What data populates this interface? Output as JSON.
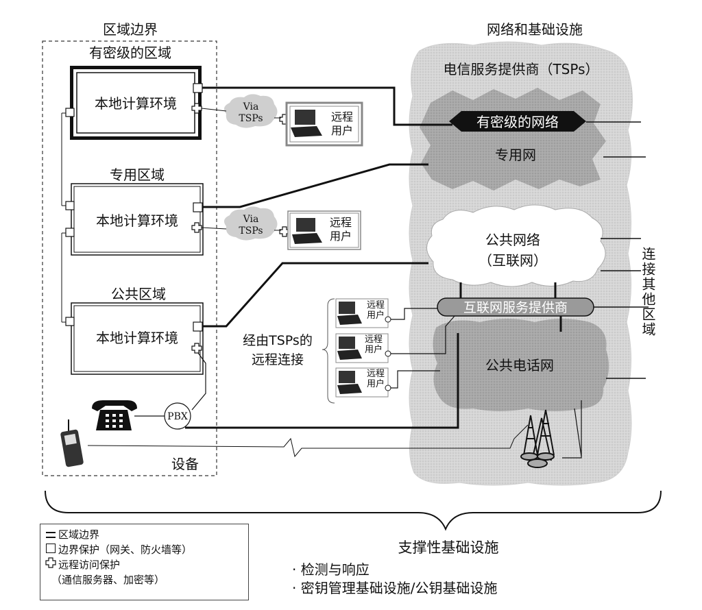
{
  "boundary_title": "区域边界",
  "infra_title": "网络和基础设施",
  "zones": {
    "classified": "有密级的区域",
    "private": "专用区域",
    "public": "公共区域"
  },
  "local_env": "本地计算环境",
  "via_tsps": [
    "Via",
    "TSPs"
  ],
  "remote_user": [
    "远程",
    "用户"
  ],
  "tsp_title": "电信服务提供商（TSPs）",
  "classified_network": "有密级的网络",
  "private_network": "专用网",
  "public_network": [
    "公共网络",
    "（互联网）"
  ],
  "isp": "互联网服务提供商",
  "pstn": "公共电话网",
  "connect_other": "连接其他区域",
  "remote_conn": [
    "经由TSPs的",
    "远程连接"
  ],
  "pbx": "PBX",
  "equipment": "设备",
  "support_title": "支撑性基础设施",
  "support_items": [
    "· 检测与响应",
    "· 密钥管理基础设施/公钥基础设施"
  ],
  "legend": {
    "boundary": "区域边界",
    "boundary_protect": "边界保护（网关、防火墙等）",
    "remote_access": "远程访问保护",
    "remote_access_detail": "（通信服务器、加密等）"
  }
}
